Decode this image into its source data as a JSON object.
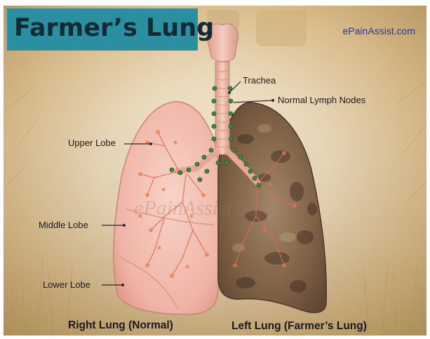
{
  "title": "Farmer’s Lung",
  "brand": "ePainAssist.com",
  "watermark": "ePainAssist.com",
  "labels": {
    "trachea": "Trachea",
    "lymph_nodes": "Normal Lymph Nodes",
    "upper_lobe": "Upper Lobe",
    "middle_lobe": "Middle Lobe",
    "lower_lobe": "Lower Lobe"
  },
  "captions": {
    "right_lung": "Right Lung (Normal)",
    "left_lung": "Left Lung (Farmer’s Lung)"
  },
  "colors": {
    "title_band": "#2a8fa1",
    "healthy_lung": "#f2b9ad",
    "diseased_lung": "#8a6a4a",
    "lymph_node": "#3a8a3e",
    "brand": "#2b3a85"
  }
}
